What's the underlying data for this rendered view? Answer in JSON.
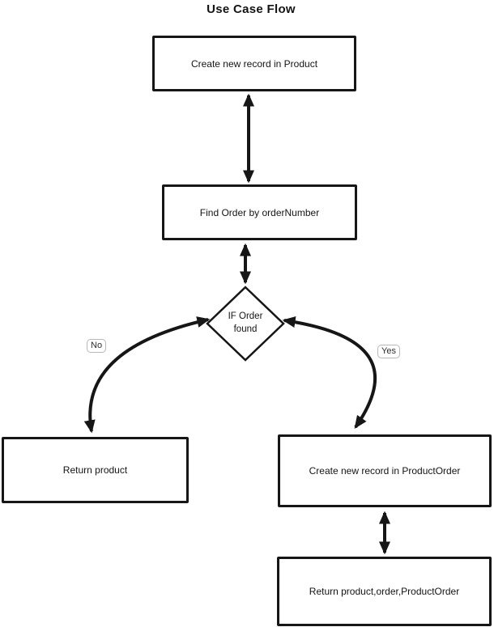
{
  "title": "Use Case Flow",
  "colors": {
    "stroke": "#161616",
    "node_fill": "#ffffff",
    "edge_label_border": "#b8b8b8",
    "background": "#ffffff"
  },
  "nodes": {
    "create_product": {
      "label": "Create new record in Product"
    },
    "find_order": {
      "label": "Find Order by orderNumber"
    },
    "decision": {
      "label": "IF Order found"
    },
    "return_product": {
      "label": "Return product"
    },
    "create_product_order": {
      "label": "Create new record in ProductOrder"
    },
    "return_all": {
      "label": "Return product,order,ProductOrder"
    }
  },
  "edges": {
    "no_label": "No",
    "yes_label": "Yes"
  }
}
